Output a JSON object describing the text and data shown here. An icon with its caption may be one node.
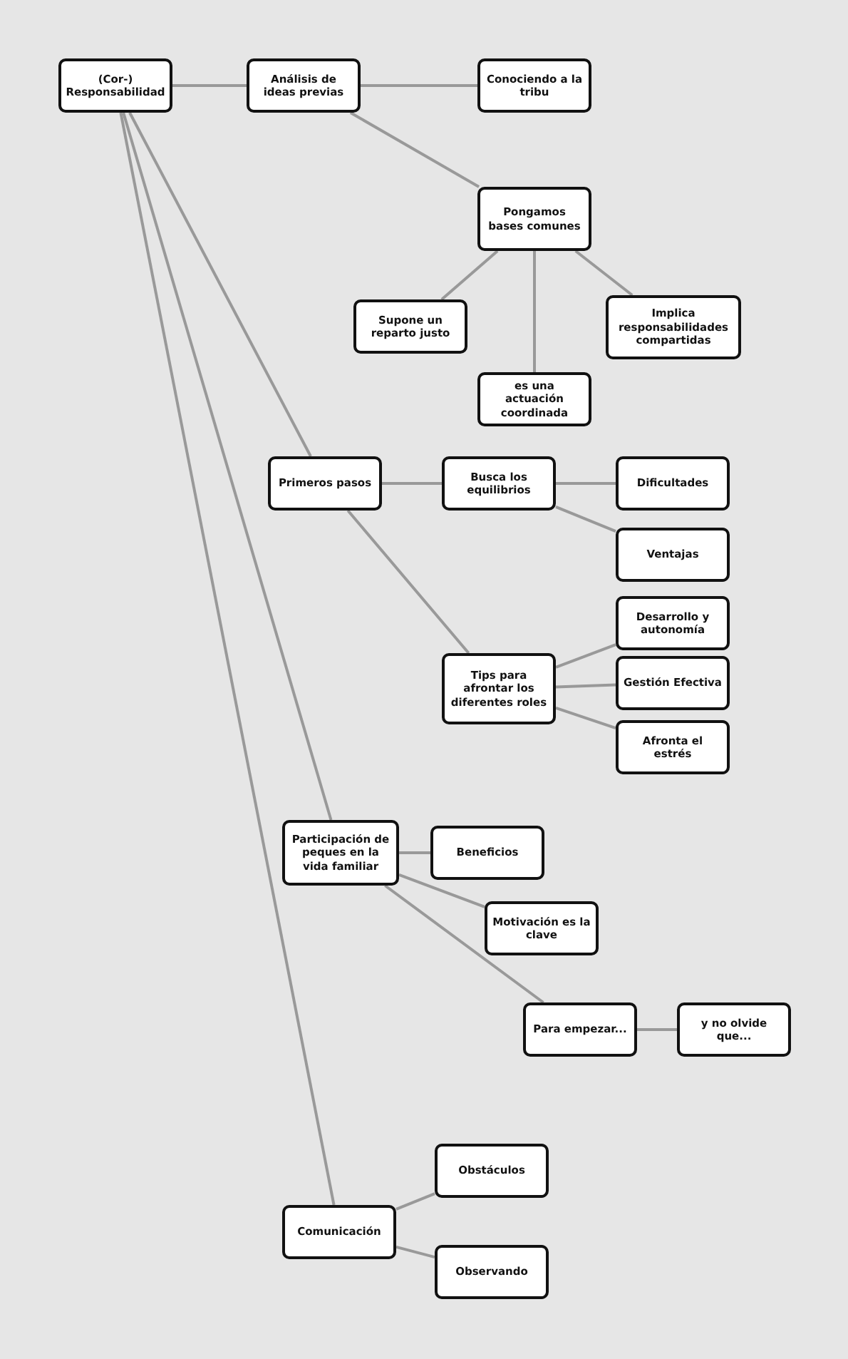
{
  "diagram": {
    "nodes": [
      {
        "text": [
          "(Cor-) Responsabilidad"
        ]
      },
      {
        "text": [
          "Análisis de ideas previas"
        ]
      },
      {
        "text": [
          "Conociendo a la tribu"
        ]
      },
      {
        "text": [
          "Pongamos bases comunes"
        ]
      },
      {
        "text": [
          "Supone un reparto justo"
        ]
      },
      {
        "text": [
          "Implica responsabilidades compartidas"
        ]
      },
      {
        "text": [
          "es una actuación coordinada"
        ]
      },
      {
        "text": [
          "Primeros pasos"
        ]
      },
      {
        "text": [
          "Busca los equilibrios"
        ]
      },
      {
        "text": [
          "Dificultades"
        ]
      },
      {
        "text": [
          "Ventajas"
        ]
      },
      {
        "text": [
          "Tips para afrontar los diferentes roles"
        ]
      },
      {
        "text": [
          "Desarrollo y autonomía"
        ]
      },
      {
        "text": [
          "Gestión Efectiva"
        ]
      },
      {
        "text": [
          "Afronta el estrés"
        ]
      },
      {
        "text": [
          "Participación de peques en la vida familiar"
        ]
      },
      {
        "text": [
          "Beneficios"
        ]
      },
      {
        "text": [
          "Motivación es la clave"
        ]
      },
      {
        "text": [
          "Para empezar..."
        ]
      },
      {
        "text": [
          "y no olvide que..."
        ]
      },
      {
        "text": [
          "Obstáculos"
        ]
      },
      {
        "text": [
          "Comunicación"
        ]
      },
      {
        "text": [
          "Observando"
        ]
      }
    ],
    "edges": [
      {
        "from": 0,
        "to": 1,
        "arrow": "none"
      },
      {
        "from": 1,
        "to": 2,
        "arrow": "none"
      },
      {
        "from": 1,
        "to": 3,
        "arrow": "none"
      },
      {
        "from": 3,
        "to": 4,
        "arrow": "none"
      },
      {
        "from": 3,
        "to": 6,
        "arrow": "none"
      },
      {
        "from": 3,
        "to": 5,
        "arrow": "none"
      },
      {
        "from": 0,
        "to": 7,
        "arrow": "none"
      },
      {
        "from": 0,
        "to": 15,
        "arrow": "none"
      },
      {
        "from": 0,
        "to": 21,
        "arrow": "none"
      },
      {
        "from": 7,
        "to": 8,
        "arrow": "none"
      },
      {
        "from": 8,
        "to": 9,
        "arrow": "none"
      },
      {
        "from": 8,
        "to": 10,
        "arrow": "none"
      },
      {
        "from": 7,
        "to": 11,
        "arrow": "none"
      },
      {
        "from": 11,
        "to": 12,
        "arrow": "none"
      },
      {
        "from": 11,
        "to": 13,
        "arrow": "none"
      },
      {
        "from": 11,
        "to": 14,
        "arrow": "none"
      },
      {
        "from": 15,
        "to": 16,
        "arrow": "none"
      },
      {
        "from": 15,
        "to": 17,
        "arrow": "none"
      },
      {
        "from": 15,
        "to": 18,
        "arrow": "none"
      },
      {
        "from": 18,
        "to": 19,
        "arrow": "none"
      },
      {
        "from": 21,
        "to": 20,
        "arrow": "none"
      },
      {
        "from": 21,
        "to": 22,
        "arrow": "none"
      }
    ]
  }
}
